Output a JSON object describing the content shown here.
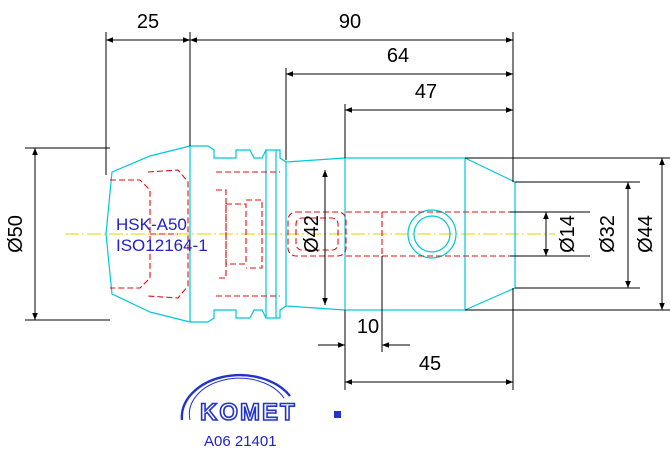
{
  "dimensions": {
    "length_25": "25",
    "length_90": "90",
    "length_64": "64",
    "length_47": "47",
    "length_10": "10",
    "length_45": "45",
    "dia_50": "Ø50",
    "dia_42": "Ø42",
    "dia_14": "Ø14",
    "dia_32": "Ø32",
    "dia_44": "Ø44"
  },
  "labels": {
    "interface": "HSK-A50",
    "standard": "ISO12164-1"
  },
  "logo": {
    "brand": "KOMET",
    "brand_color": "#2233cc"
  },
  "part_number": "A06 21401",
  "colors": {
    "outline": "#00c8d8",
    "hidden_lines": "#e01010",
    "centerline": "#e0d000",
    "dimension": "#000000"
  }
}
